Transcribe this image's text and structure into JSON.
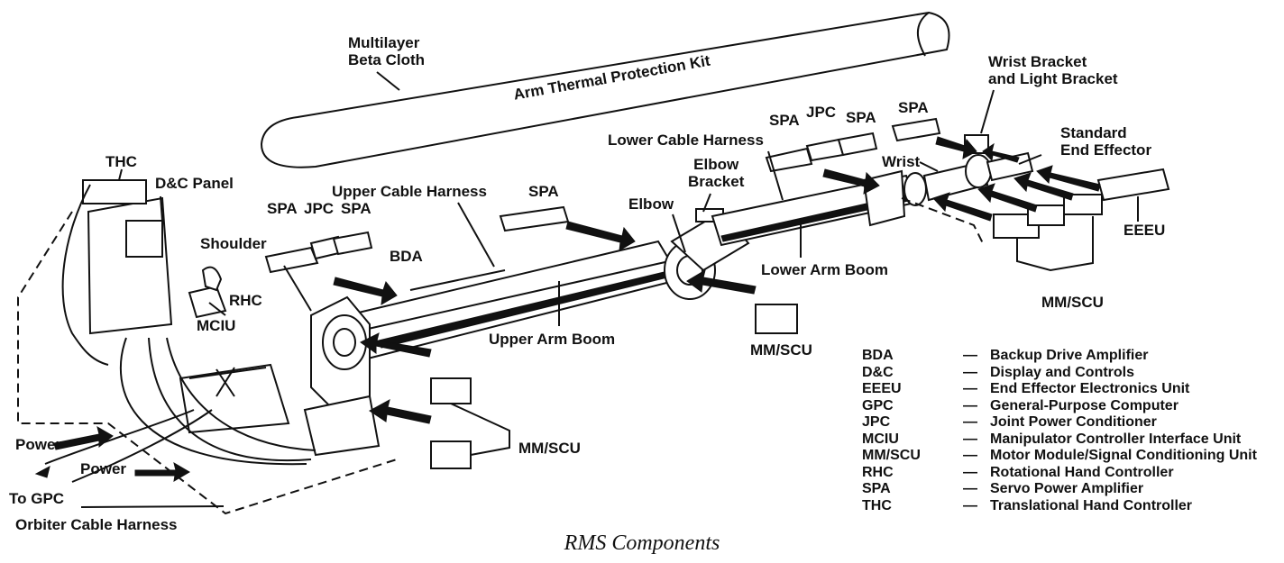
{
  "diagram": {
    "labels": {
      "multilayer": "Multilayer\nBeta Cloth",
      "thermal_kit": "Arm Thermal Protection Kit",
      "wrist_bracket": "Wrist Bracket\nand Light Bracket",
      "spa_wrist": "SPA",
      "standard_end_effector": "Standard\nEnd Effector",
      "lower_cable_harness": "Lower Cable Harness",
      "spa_lower_1": "SPA",
      "jpc_lower": "JPC",
      "spa_lower_2": "SPA",
      "elbow_bracket": "Elbow\nBracket",
      "wrist": "Wrist",
      "thc": "THC",
      "dc_panel": "D&C Panel",
      "upper_cable_harness": "Upper Cable Harness",
      "spa_upper": "SPA",
      "elbow": "Elbow",
      "spa_shoulder_1": "SPA",
      "jpc_shoulder": "JPC",
      "spa_shoulder_2": "SPA",
      "shoulder": "Shoulder",
      "bda": "BDA",
      "eeeu": "EEEU",
      "lower_arm_boom": "Lower Arm Boom",
      "rhc": "RHC",
      "mciu": "MCIU",
      "mm_scu_wrist": "MM/SCU",
      "upper_arm_boom": "Upper Arm Boom",
      "mm_scu_elbow": "MM/SCU",
      "mm_scu_shoulder": "MM/SCU",
      "power_1": "Power",
      "power_2": "Power",
      "to_gpc": "To GPC",
      "orbiter_cable_harness": "Orbiter Cable Harness"
    },
    "legend": [
      {
        "abbr": "BDA",
        "dash": "—",
        "desc": "Backup Drive Amplifier"
      },
      {
        "abbr": "D&C",
        "dash": "—",
        "desc": "Display and Controls"
      },
      {
        "abbr": "EEEU",
        "dash": "—",
        "desc": "End Effector Electronics Unit"
      },
      {
        "abbr": "GPC",
        "dash": "—",
        "desc": "General-Purpose Computer"
      },
      {
        "abbr": "JPC",
        "dash": "—",
        "desc": "Joint Power Conditioner"
      },
      {
        "abbr": "MCIU",
        "dash": "—",
        "desc": "Manipulator Controller Interface Unit"
      },
      {
        "abbr": "MM/SCU",
        "dash": "—",
        "desc": "Motor Module/Signal Conditioning Unit"
      },
      {
        "abbr": "RHC",
        "dash": "—",
        "desc": "Rotational Hand Controller"
      },
      {
        "abbr": "SPA",
        "dash": "—",
        "desc": "Servo Power Amplifier"
      },
      {
        "abbr": "THC",
        "dash": "—",
        "desc": "Translational Hand Controller"
      }
    ],
    "caption": "RMS Components"
  }
}
